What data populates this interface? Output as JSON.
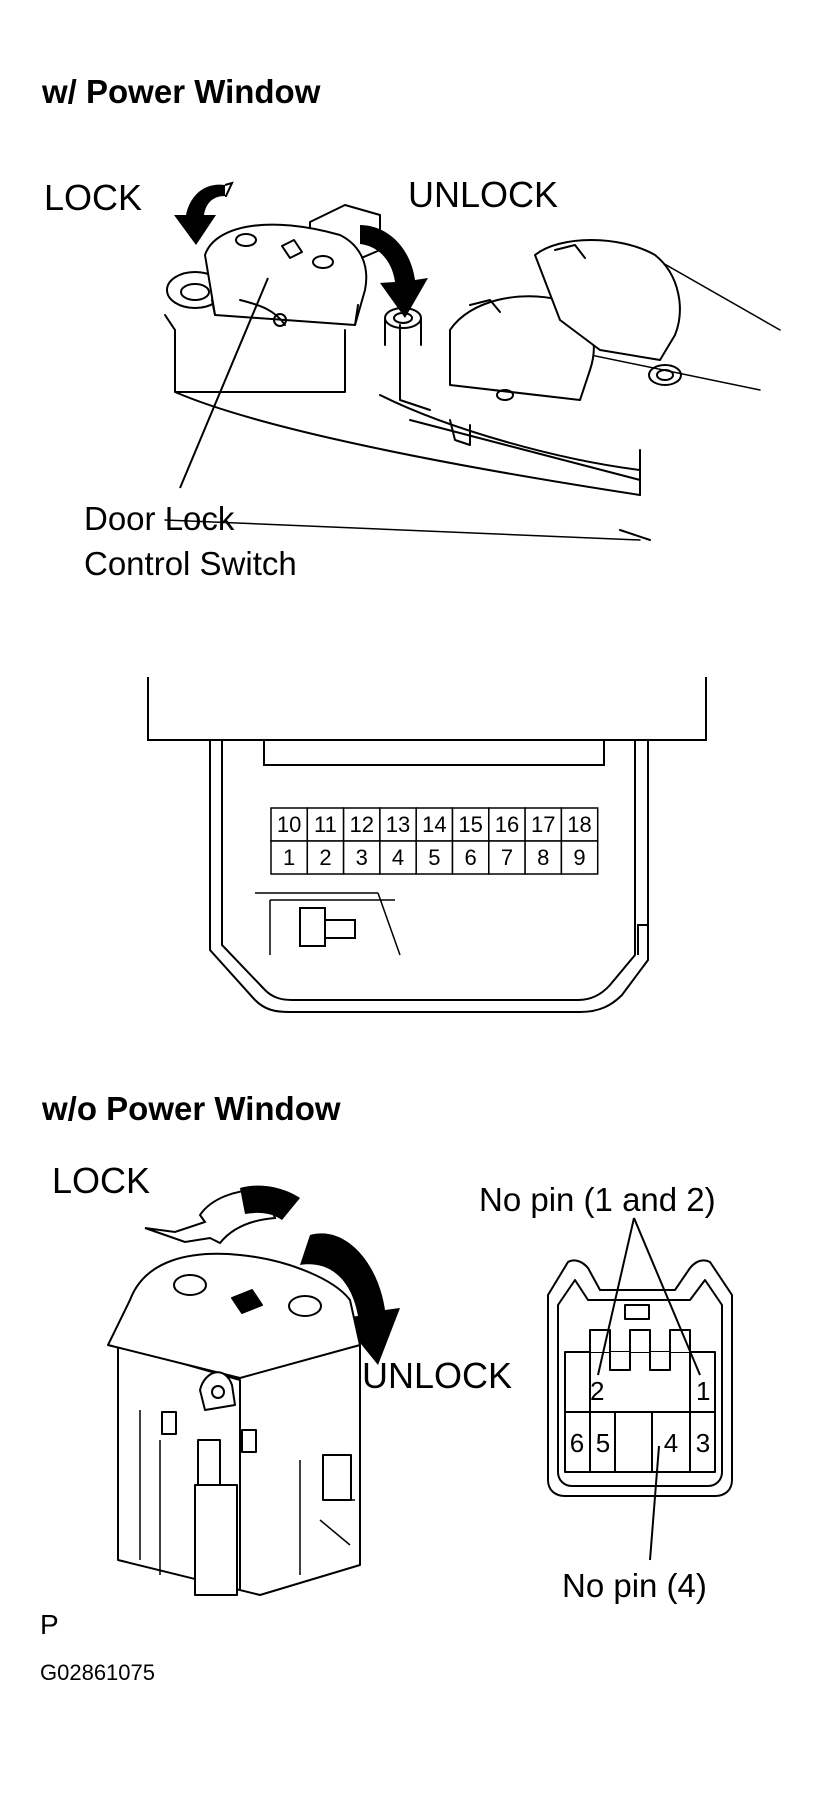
{
  "sections": {
    "with_power_window": {
      "title": "w/ Power Window",
      "lock_label": "LOCK",
      "unlock_label": "UNLOCK",
      "callout_line1": "Door Lock",
      "callout_line2": "Control Switch"
    },
    "without_power_window": {
      "title": "w/o Power Window",
      "lock_label": "LOCK",
      "unlock_label": "UNLOCK",
      "no_pin_top": "No pin (1 and 2)",
      "no_pin_bottom": "No pin (4)"
    }
  },
  "connector_18pin": {
    "top_row": [
      "10",
      "11",
      "12",
      "13",
      "14",
      "15",
      "16",
      "17",
      "18"
    ],
    "bottom_row": [
      "1",
      "2",
      "3",
      "4",
      "5",
      "6",
      "7",
      "8",
      "9"
    ]
  },
  "connector_6pin": {
    "top_left": "2",
    "top_right": "1",
    "bottom_row": [
      "6",
      "5",
      "4",
      "3"
    ]
  },
  "footer": {
    "view_mark": "P",
    "figure_code": "G02861075"
  }
}
